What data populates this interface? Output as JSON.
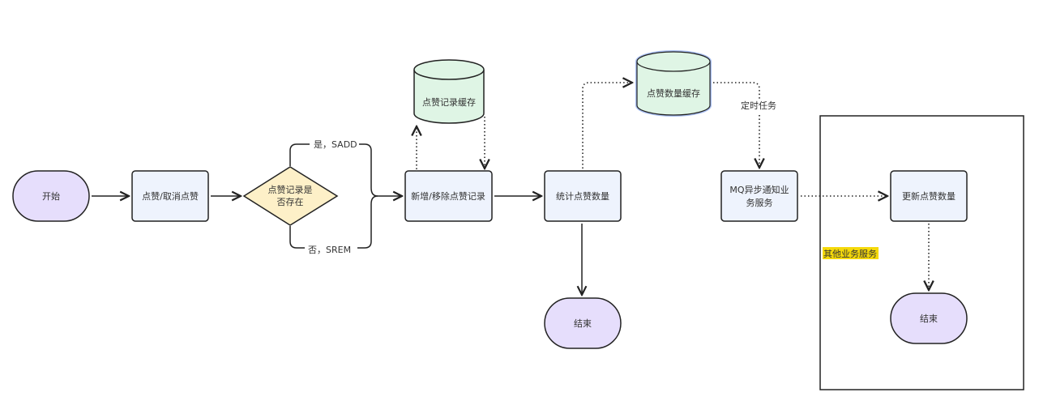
{
  "colors": {
    "terminal_fill": "#e6defc",
    "process_fill": "#eef3fd",
    "decision_fill": "#fdf0c8",
    "cache_fill": "#dff5e5",
    "stroke": "#222222",
    "selection_glow": "#a9bff2",
    "highlight": "#f5d90a"
  },
  "nodes": {
    "start": "开始",
    "toggle_like": "点赞/取消点赞",
    "decision_line1": "点赞记录是",
    "decision_line2": "否存在",
    "add_remove": "新增/移除点赞记录",
    "like_cache": "点赞记录缓存",
    "count_likes": "统计点赞数量",
    "count_cache": "点赞数量缓存",
    "mq_line1": "MQ异步通知业",
    "mq_line2": "务服务",
    "update_count": "更新点赞数量",
    "end_main": "结束",
    "end_other": "结束"
  },
  "edges": {
    "yes_label": "是，SADD",
    "no_label": "否，SREM",
    "scheduled_label": "定时任务"
  },
  "group": {
    "label": "其他业务服务"
  }
}
